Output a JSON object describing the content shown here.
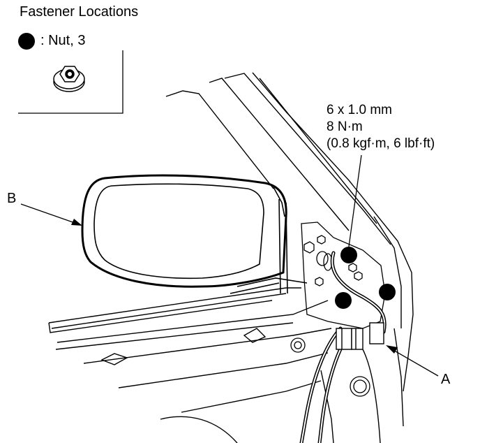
{
  "header": {
    "title": "Fastener Locations"
  },
  "legend": {
    "symbol": "filled-circle",
    "label": ": Nut, 3"
  },
  "torque_spec": {
    "size": "6 x 1.0 mm",
    "torque_nm": "8 N·m",
    "torque_alt": "(0.8 kgf·m, 6 lbf·ft)"
  },
  "callouts": {
    "b": "B",
    "a": "A"
  },
  "colors": {
    "line": "#000000",
    "background": "#ffffff"
  }
}
